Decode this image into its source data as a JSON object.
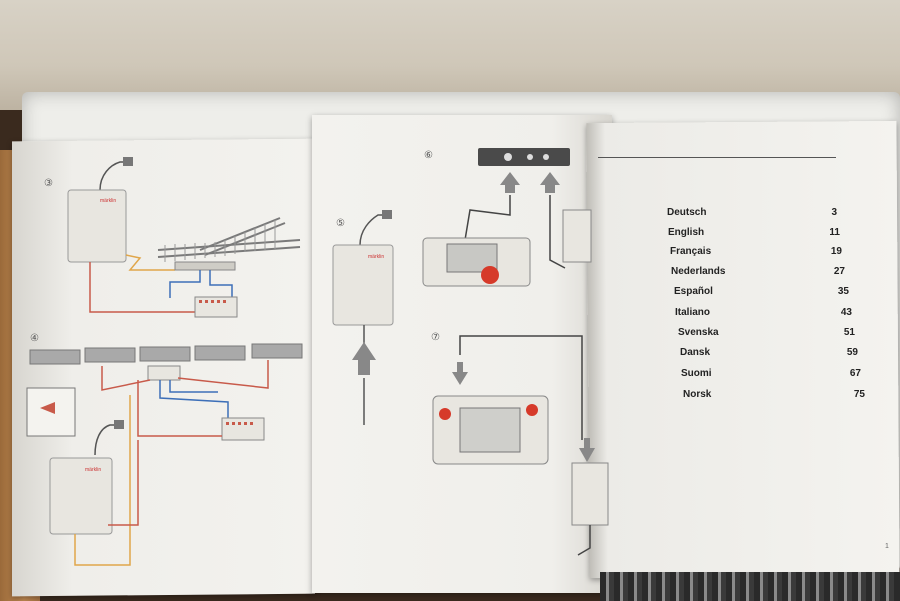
{
  "manual": {
    "steps": [
      "③",
      "④",
      "⑤",
      "⑥",
      "⑦"
    ],
    "brand_logo": "märklin",
    "colors": {
      "wire_red": "#c85a4a",
      "wire_blue": "#3d6fb8",
      "wire_orange": "#e0a64a",
      "track": "#8a8a8a",
      "device": "#e8e6e0",
      "button_red": "#d63a2a"
    },
    "toc": [
      {
        "language": "Deutsch",
        "page": "3"
      },
      {
        "language": "English",
        "page": "11"
      },
      {
        "language": "Français",
        "page": "19"
      },
      {
        "language": "Nederlands",
        "page": "27"
      },
      {
        "language": "Español",
        "page": "35"
      },
      {
        "language": "Italiano",
        "page": "43"
      },
      {
        "language": "Svenska",
        "page": "51"
      },
      {
        "language": "Dansk",
        "page": "59"
      },
      {
        "language": "Suomi",
        "page": "67"
      },
      {
        "language": "Norsk",
        "page": "75"
      }
    ],
    "corner_page_number": "1"
  }
}
